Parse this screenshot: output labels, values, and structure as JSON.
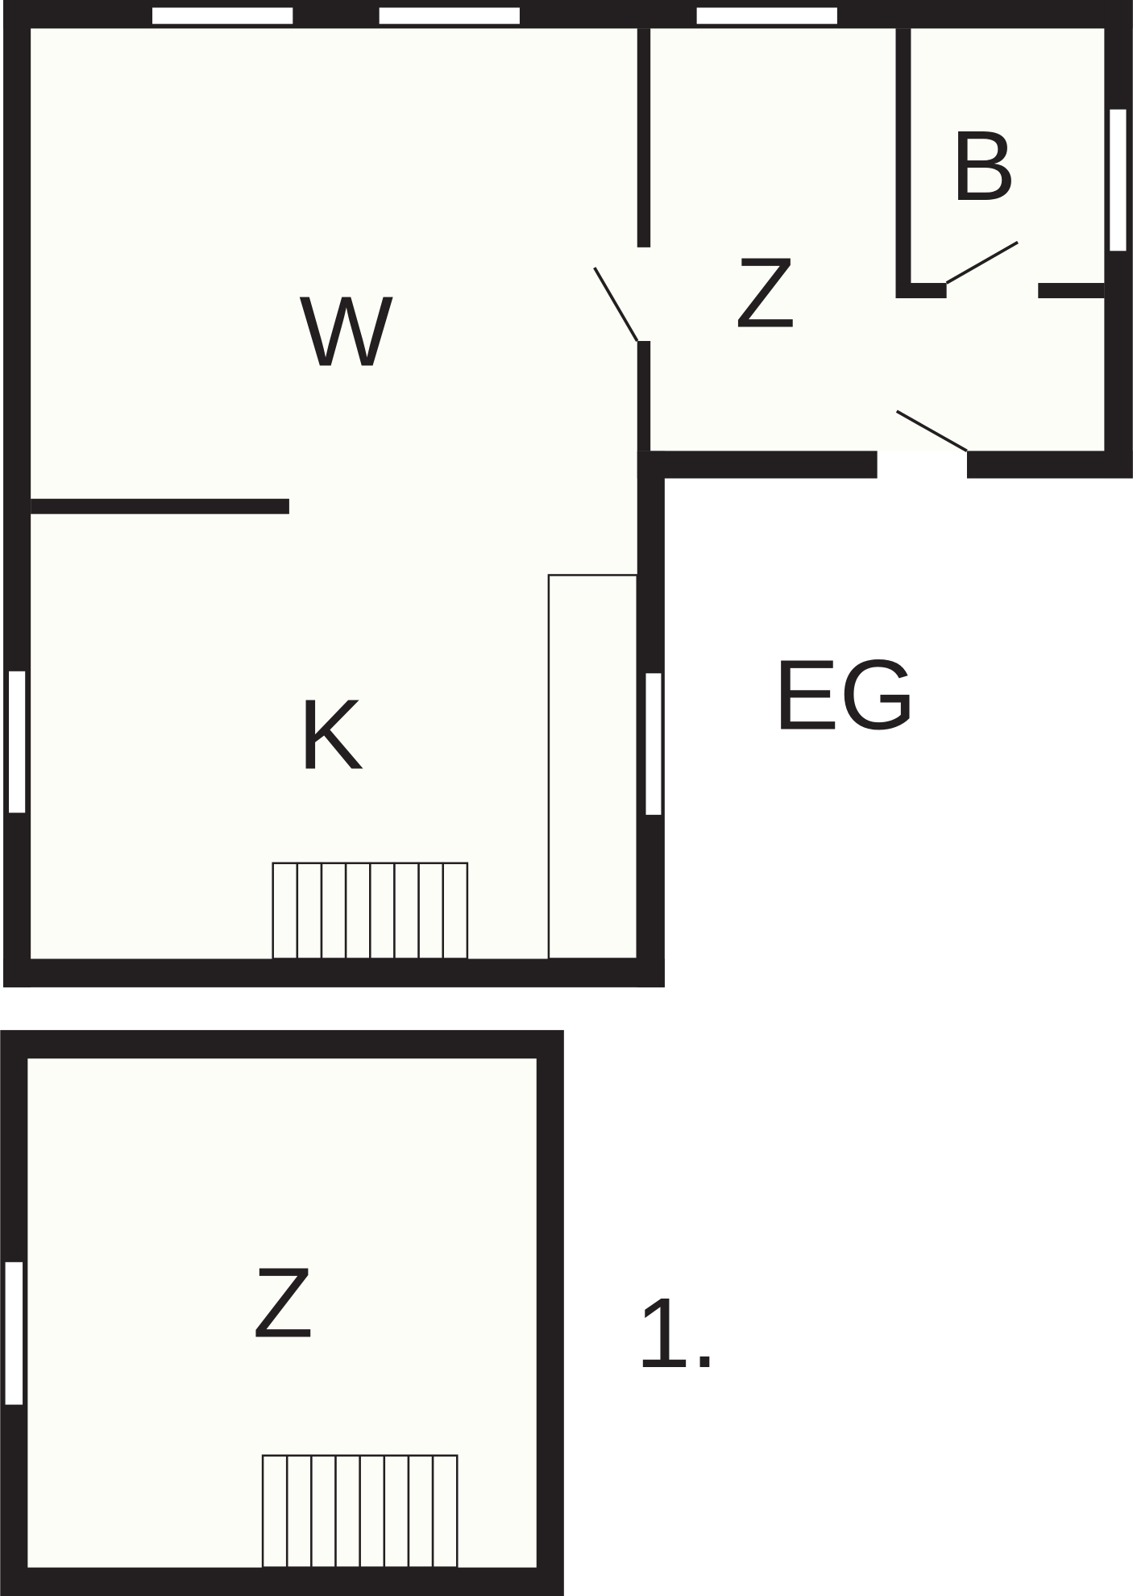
{
  "colors": {
    "wall": "#231f20",
    "floor": "#fdfdf8",
    "window": "#ffffff"
  },
  "floors": [
    {
      "label": "EG",
      "rooms": [
        {
          "label": "W"
        },
        {
          "label": "Z"
        },
        {
          "label": "B"
        },
        {
          "label": "K"
        }
      ]
    },
    {
      "label": "1.",
      "rooms": [
        {
          "label": "Z"
        }
      ]
    }
  ]
}
